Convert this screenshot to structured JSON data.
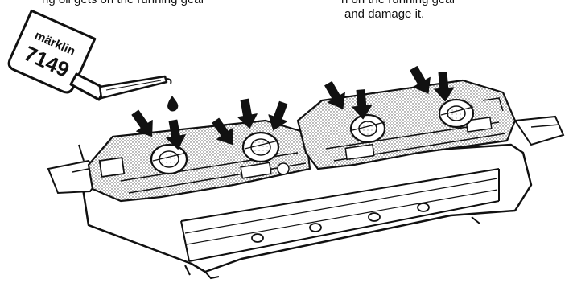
{
  "text": {
    "top_left": "ng oil gets on the running gear",
    "top_right_line1": "n on the running gear",
    "top_right_line2": "and damage it."
  },
  "bottle": {
    "brand": "märklin",
    "number": "7149"
  },
  "colors": {
    "ink": "#111111",
    "background": "#ffffff",
    "shading": "#9a9a9a"
  }
}
